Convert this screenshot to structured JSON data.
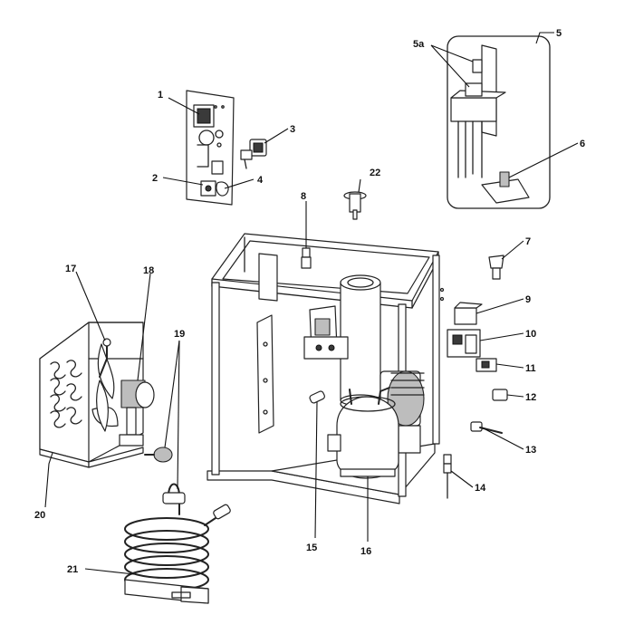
{
  "diagram": {
    "callouts": [
      {
        "id": "1",
        "label": "1"
      },
      {
        "id": "2",
        "label": "2"
      },
      {
        "id": "3",
        "label": "3"
      },
      {
        "id": "4",
        "label": "4"
      },
      {
        "id": "5",
        "label": "5"
      },
      {
        "id": "5a",
        "label": "5a"
      },
      {
        "id": "6",
        "label": "6"
      },
      {
        "id": "7",
        "label": "7"
      },
      {
        "id": "8",
        "label": "8"
      },
      {
        "id": "9",
        "label": "9"
      },
      {
        "id": "10",
        "label": "10"
      },
      {
        "id": "11",
        "label": "11"
      },
      {
        "id": "12",
        "label": "12"
      },
      {
        "id": "13",
        "label": "13"
      },
      {
        "id": "14",
        "label": "14"
      },
      {
        "id": "15",
        "label": "15"
      },
      {
        "id": "16",
        "label": "16"
      },
      {
        "id": "17",
        "label": "17"
      },
      {
        "id": "18",
        "label": "18"
      },
      {
        "id": "19",
        "label": "19"
      },
      {
        "id": "20",
        "label": "20"
      },
      {
        "id": "21",
        "label": "21"
      },
      {
        "id": "22",
        "label": "22"
      }
    ]
  }
}
